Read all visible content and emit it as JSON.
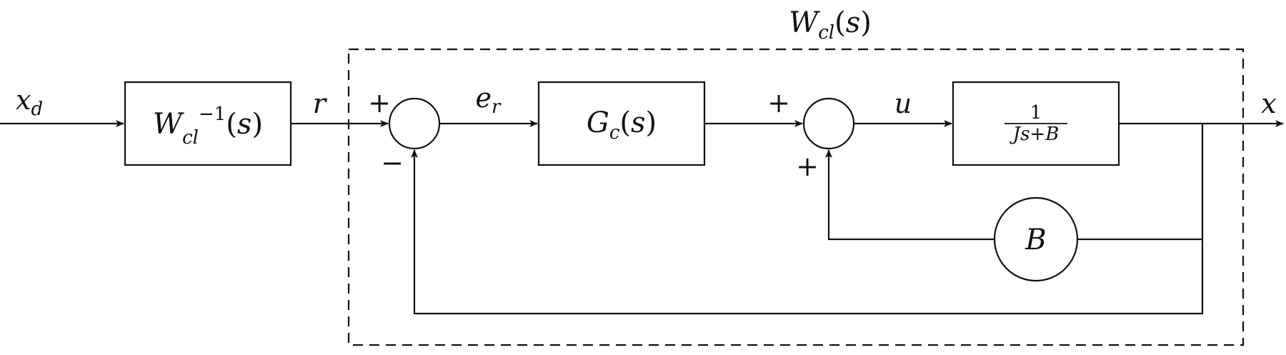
{
  "title": "W_cl(s)",
  "inputs": {
    "xd": "x_d",
    "r": "r",
    "er": "e_r",
    "u": "u",
    "x": "x"
  },
  "blocks": {
    "inverse": "W_cl^-1(s)",
    "controller": "G_c(s)",
    "plant_num": "1",
    "plant_den": "Js+B",
    "feedback_gain": "B"
  },
  "signs": {
    "sum1_plus": "+",
    "sum1_minus": "−",
    "sum2_plus_top": "+",
    "sum2_plus_bottom": "+"
  },
  "colors": {
    "stroke": "#111111",
    "background": "#ffffff"
  }
}
